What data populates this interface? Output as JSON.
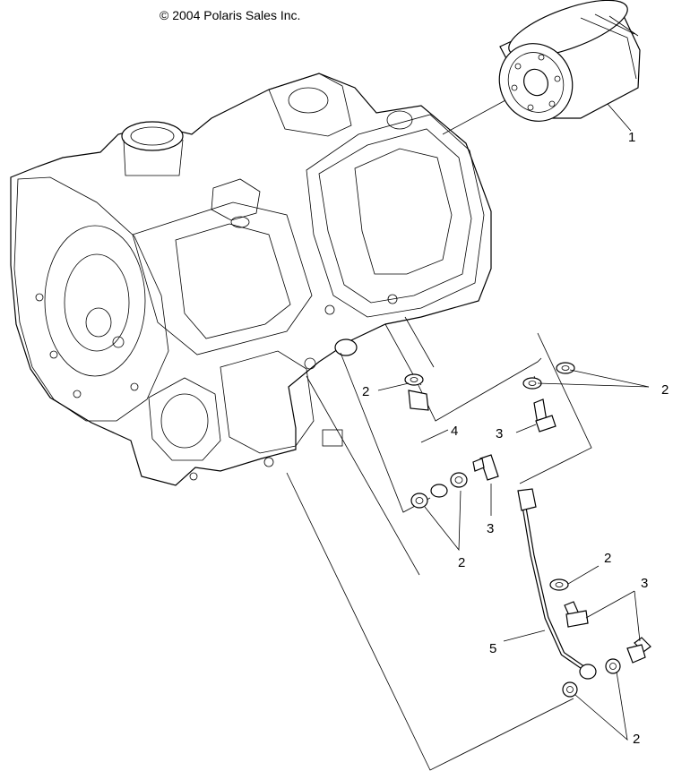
{
  "copyright": "© 2004 Polaris Sales Inc.",
  "callouts": {
    "oil_filter": "1",
    "washer_left": "2",
    "washers_right": "2",
    "washers_lower_left": "2",
    "washer_lower_right": "2",
    "washers_bottom": "2",
    "bolt_upper": "3",
    "bolt_middle": "3",
    "bolts_lower": "3",
    "oil_line_upper": "4",
    "oil_line_lower": "5"
  }
}
